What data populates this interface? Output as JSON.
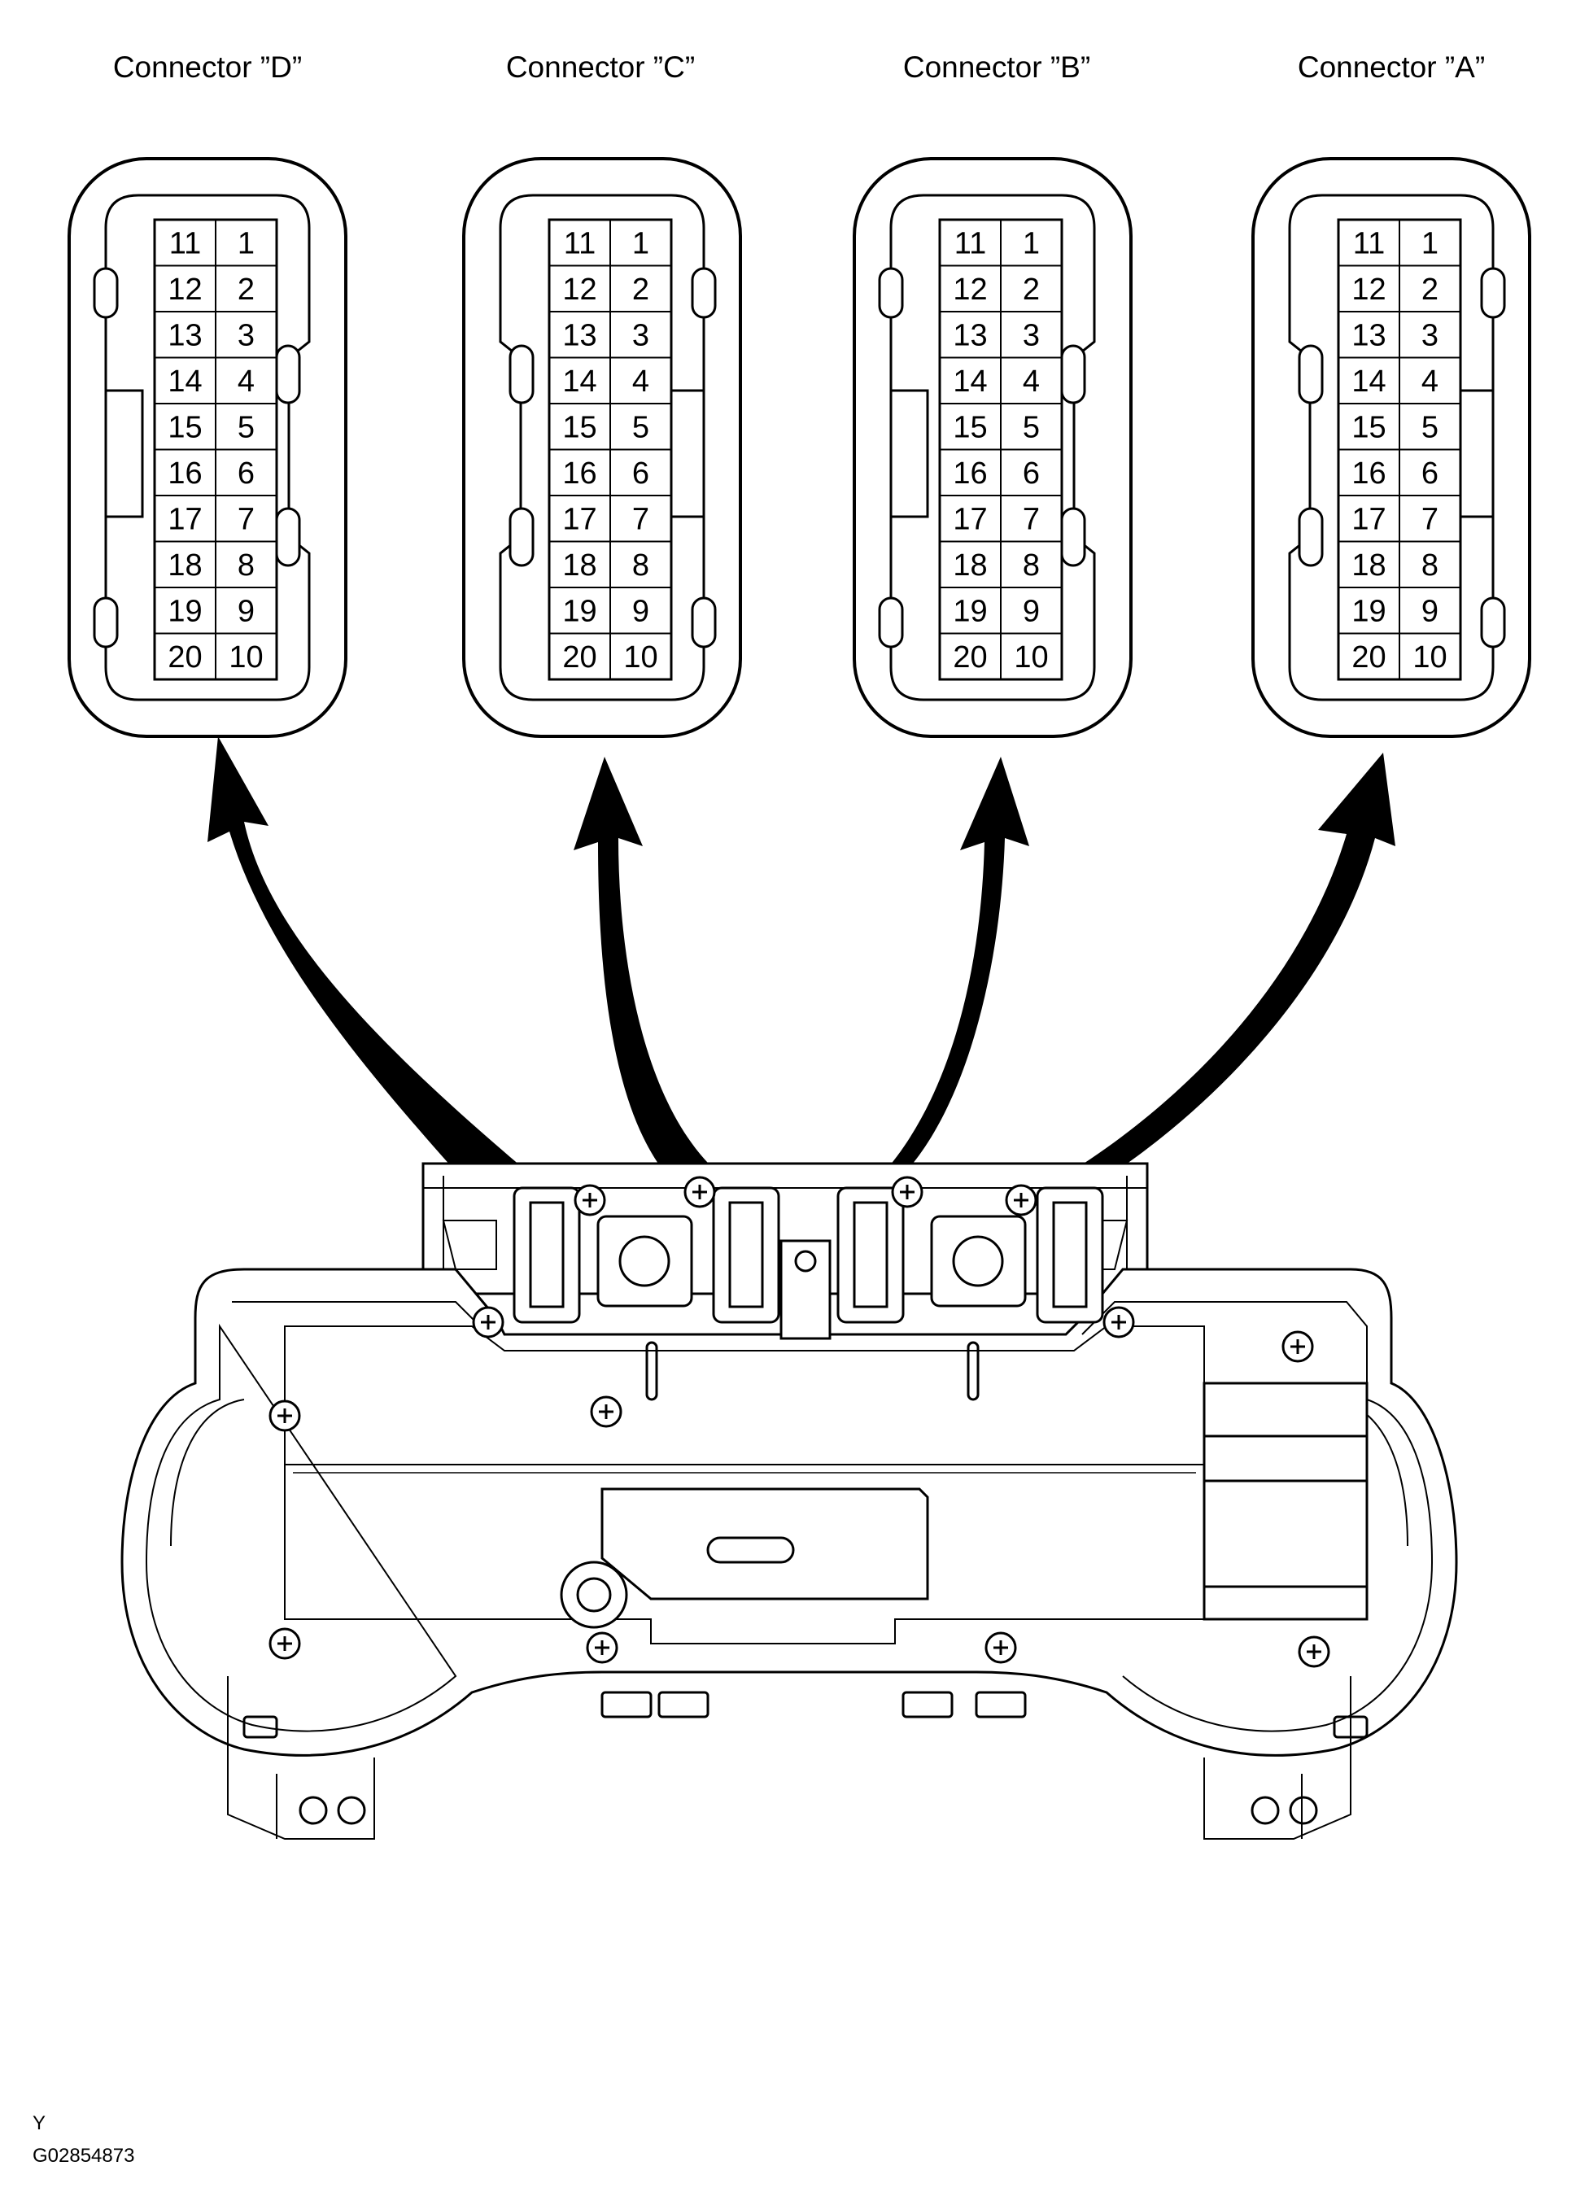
{
  "connectors": [
    {
      "id": "D",
      "label": "Connector ”D”",
      "housing": "left"
    },
    {
      "id": "C",
      "label": "Connector ”C”",
      "housing": "right"
    },
    {
      "id": "B",
      "label": "Connector ”B”",
      "housing": "left"
    },
    {
      "id": "A",
      "label": "Connector ”A”",
      "housing": "right"
    }
  ],
  "pin_rows": [
    [
      "11",
      "1"
    ],
    [
      "12",
      "2"
    ],
    [
      "13",
      "3"
    ],
    [
      "14",
      "4"
    ],
    [
      "15",
      "5"
    ],
    [
      "16",
      "6"
    ],
    [
      "17",
      "7"
    ],
    [
      "18",
      "8"
    ],
    [
      "19",
      "9"
    ],
    [
      "20",
      "10"
    ]
  ],
  "footer": {
    "view_code": "Y",
    "figure_id": "G02854873"
  }
}
